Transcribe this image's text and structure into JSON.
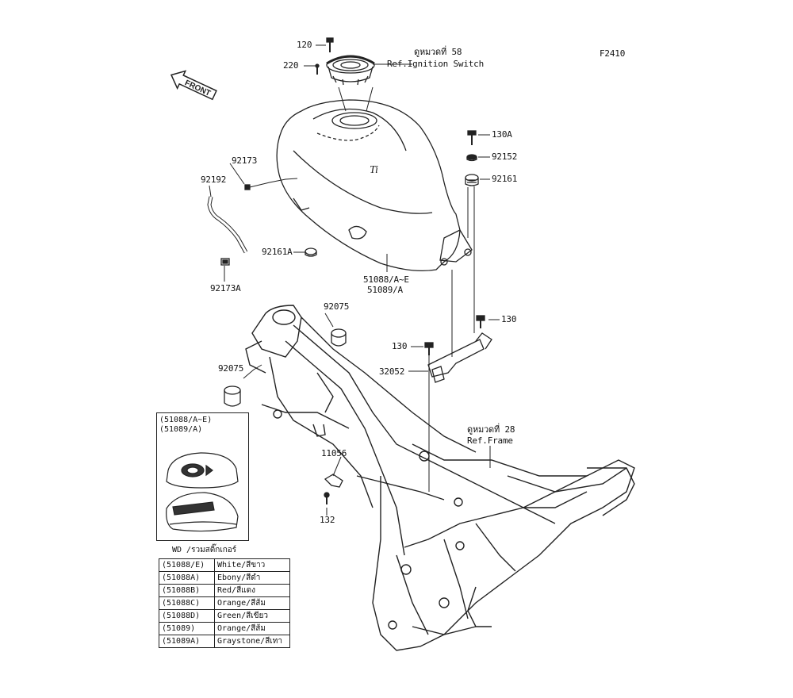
{
  "figure_id": "F2410",
  "references": {
    "ignition": {
      "line1": "ดูหมวดที่ 58",
      "line2": "Ref.Ignition Switch"
    },
    "frame": {
      "line1": "ดูหมวดที่ 28",
      "line2": "Ref.Frame"
    }
  },
  "front_marker": "FRONT",
  "part_labels": {
    "p120": "120",
    "p220": "220",
    "p130A": "130A",
    "p92152": "92152",
    "p92161": "92161",
    "p92173": "92173",
    "p92192": "92192",
    "p92161A": "92161A",
    "p92173A": "92173A",
    "tank1": "51088/A~E",
    "tank2": "51089/A",
    "p92075a": "92075",
    "p92075b": "92075",
    "p130a": "130",
    "p130b": "130",
    "p32052": "32052",
    "p11056": "11056",
    "p132": "132"
  },
  "inset": {
    "line1": "(51088/A~E)",
    "line2": "(51089/A)"
  },
  "wd_note": "WD /รวมสติ๊กเกอร์",
  "color_table": [
    {
      "code": "(51088/E)",
      "color": "White/สีขาว"
    },
    {
      "code": "(51088A)",
      "color": "Ebony/สีดำ"
    },
    {
      "code": "(51088B)",
      "color": "Red/สีแดง"
    },
    {
      "code": "(51088C)",
      "color": "Orange/สีส้ม"
    },
    {
      "code": "(51088D)",
      "color": "Green/สีเขียว"
    },
    {
      "code": "(51089)",
      "color": "Orange/สีส้ม"
    },
    {
      "code": "(51089A)",
      "color": "Graystone/สีเทา"
    }
  ]
}
